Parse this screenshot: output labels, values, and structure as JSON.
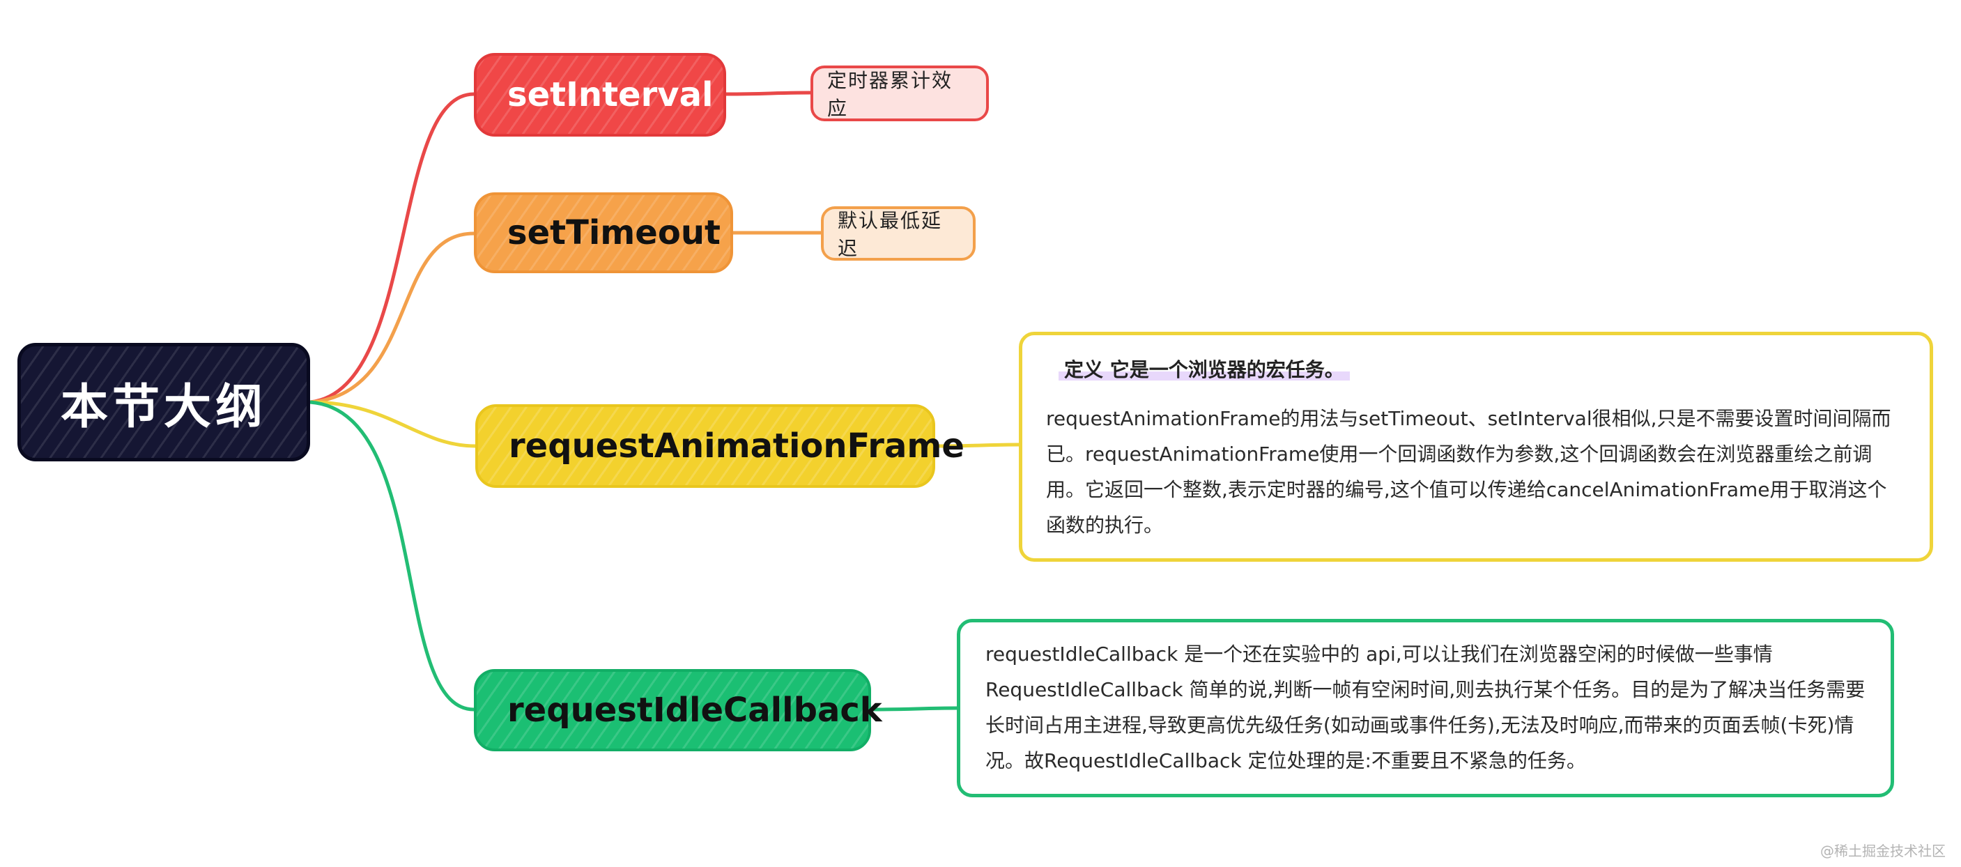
{
  "colors": {
    "root": "#151633",
    "setInterval": "#f04747",
    "setTimeout": "#f6a24a",
    "requestAnimationFrame": "#f3d12d",
    "requestIdleCallback": "#1bbf73",
    "highlight": "#e8d8fb"
  },
  "root": {
    "label": "本节大纲"
  },
  "branches": [
    {
      "label": "setInterval",
      "note": "定时器累计效应"
    },
    {
      "label": "setTimeout",
      "note": "默认最低延迟"
    },
    {
      "label": "requestAnimationFrame",
      "card_title": "定义 它是一个浏览器的宏任务。",
      "card_text": "requestAnimationFrame的用法与setTimeout、setInterval很相似,只是不需要设置时间间隔而已。requestAnimationFrame使用一个回调函数作为参数,这个回调函数会在浏览器重绘之前调用。它返回一个整数,表示定时器的编号,这个值可以传递给cancelAnimationFrame用于取消这个函数的执行。"
    },
    {
      "label": "requestIdleCallback",
      "card_text": "requestIdleCallback 是一个还在实验中的 api,可以让我们在浏览器空闲的时候做一些事情 RequestIdleCallback 简单的说,判断一帧有空闲时间,则去执行某个任务。目的是为了解决当任务需要长时间占用主进程,导致更高优先级任务(如动画或事件任务),无法及时响应,而带来的页面丢帧(卡死)情况。故RequestIdleCallback 定位处理的是:不重要且不紧急的任务。"
    }
  ],
  "watermark": "@稀土掘金技术社区"
}
